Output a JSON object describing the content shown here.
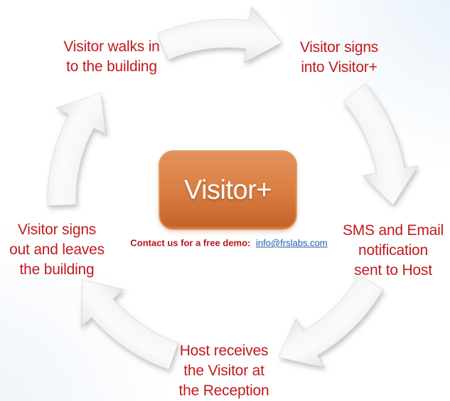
{
  "diagram": {
    "center": {
      "label": "Visitor+"
    },
    "contact": {
      "prefix": "Contact us for a free demo:",
      "email": "info@frslabs.com"
    },
    "steps": [
      {
        "id": "visitor-walks-in",
        "lines": [
          "Visitor walks in",
          "to the building"
        ]
      },
      {
        "id": "visitor-signs-in",
        "lines": [
          "Visitor signs",
          "into Visitor+"
        ]
      },
      {
        "id": "sms-email-to-host",
        "lines": [
          "SMS and Email",
          "notification",
          "sent to Host"
        ]
      },
      {
        "id": "host-receives-visitor",
        "lines": [
          "Host receives",
          "the Visitor at",
          "the Reception"
        ]
      },
      {
        "id": "visitor-signs-out",
        "lines": [
          "Visitor signs",
          "out and leaves",
          "the building"
        ]
      }
    ],
    "colors": {
      "step_text": "#c2191e",
      "contact_text": "#b5161b",
      "email_link": "#1f5ca8",
      "center_box_top": "#e2925c",
      "center_box_mid": "#d97e42",
      "center_box_bottom": "#c6632a",
      "center_box_border": "#e09a63",
      "center_label": "#ffffff",
      "arrow_fill_light": "#fafafa",
      "arrow_fill_dark": "#dcdcdc"
    }
  }
}
